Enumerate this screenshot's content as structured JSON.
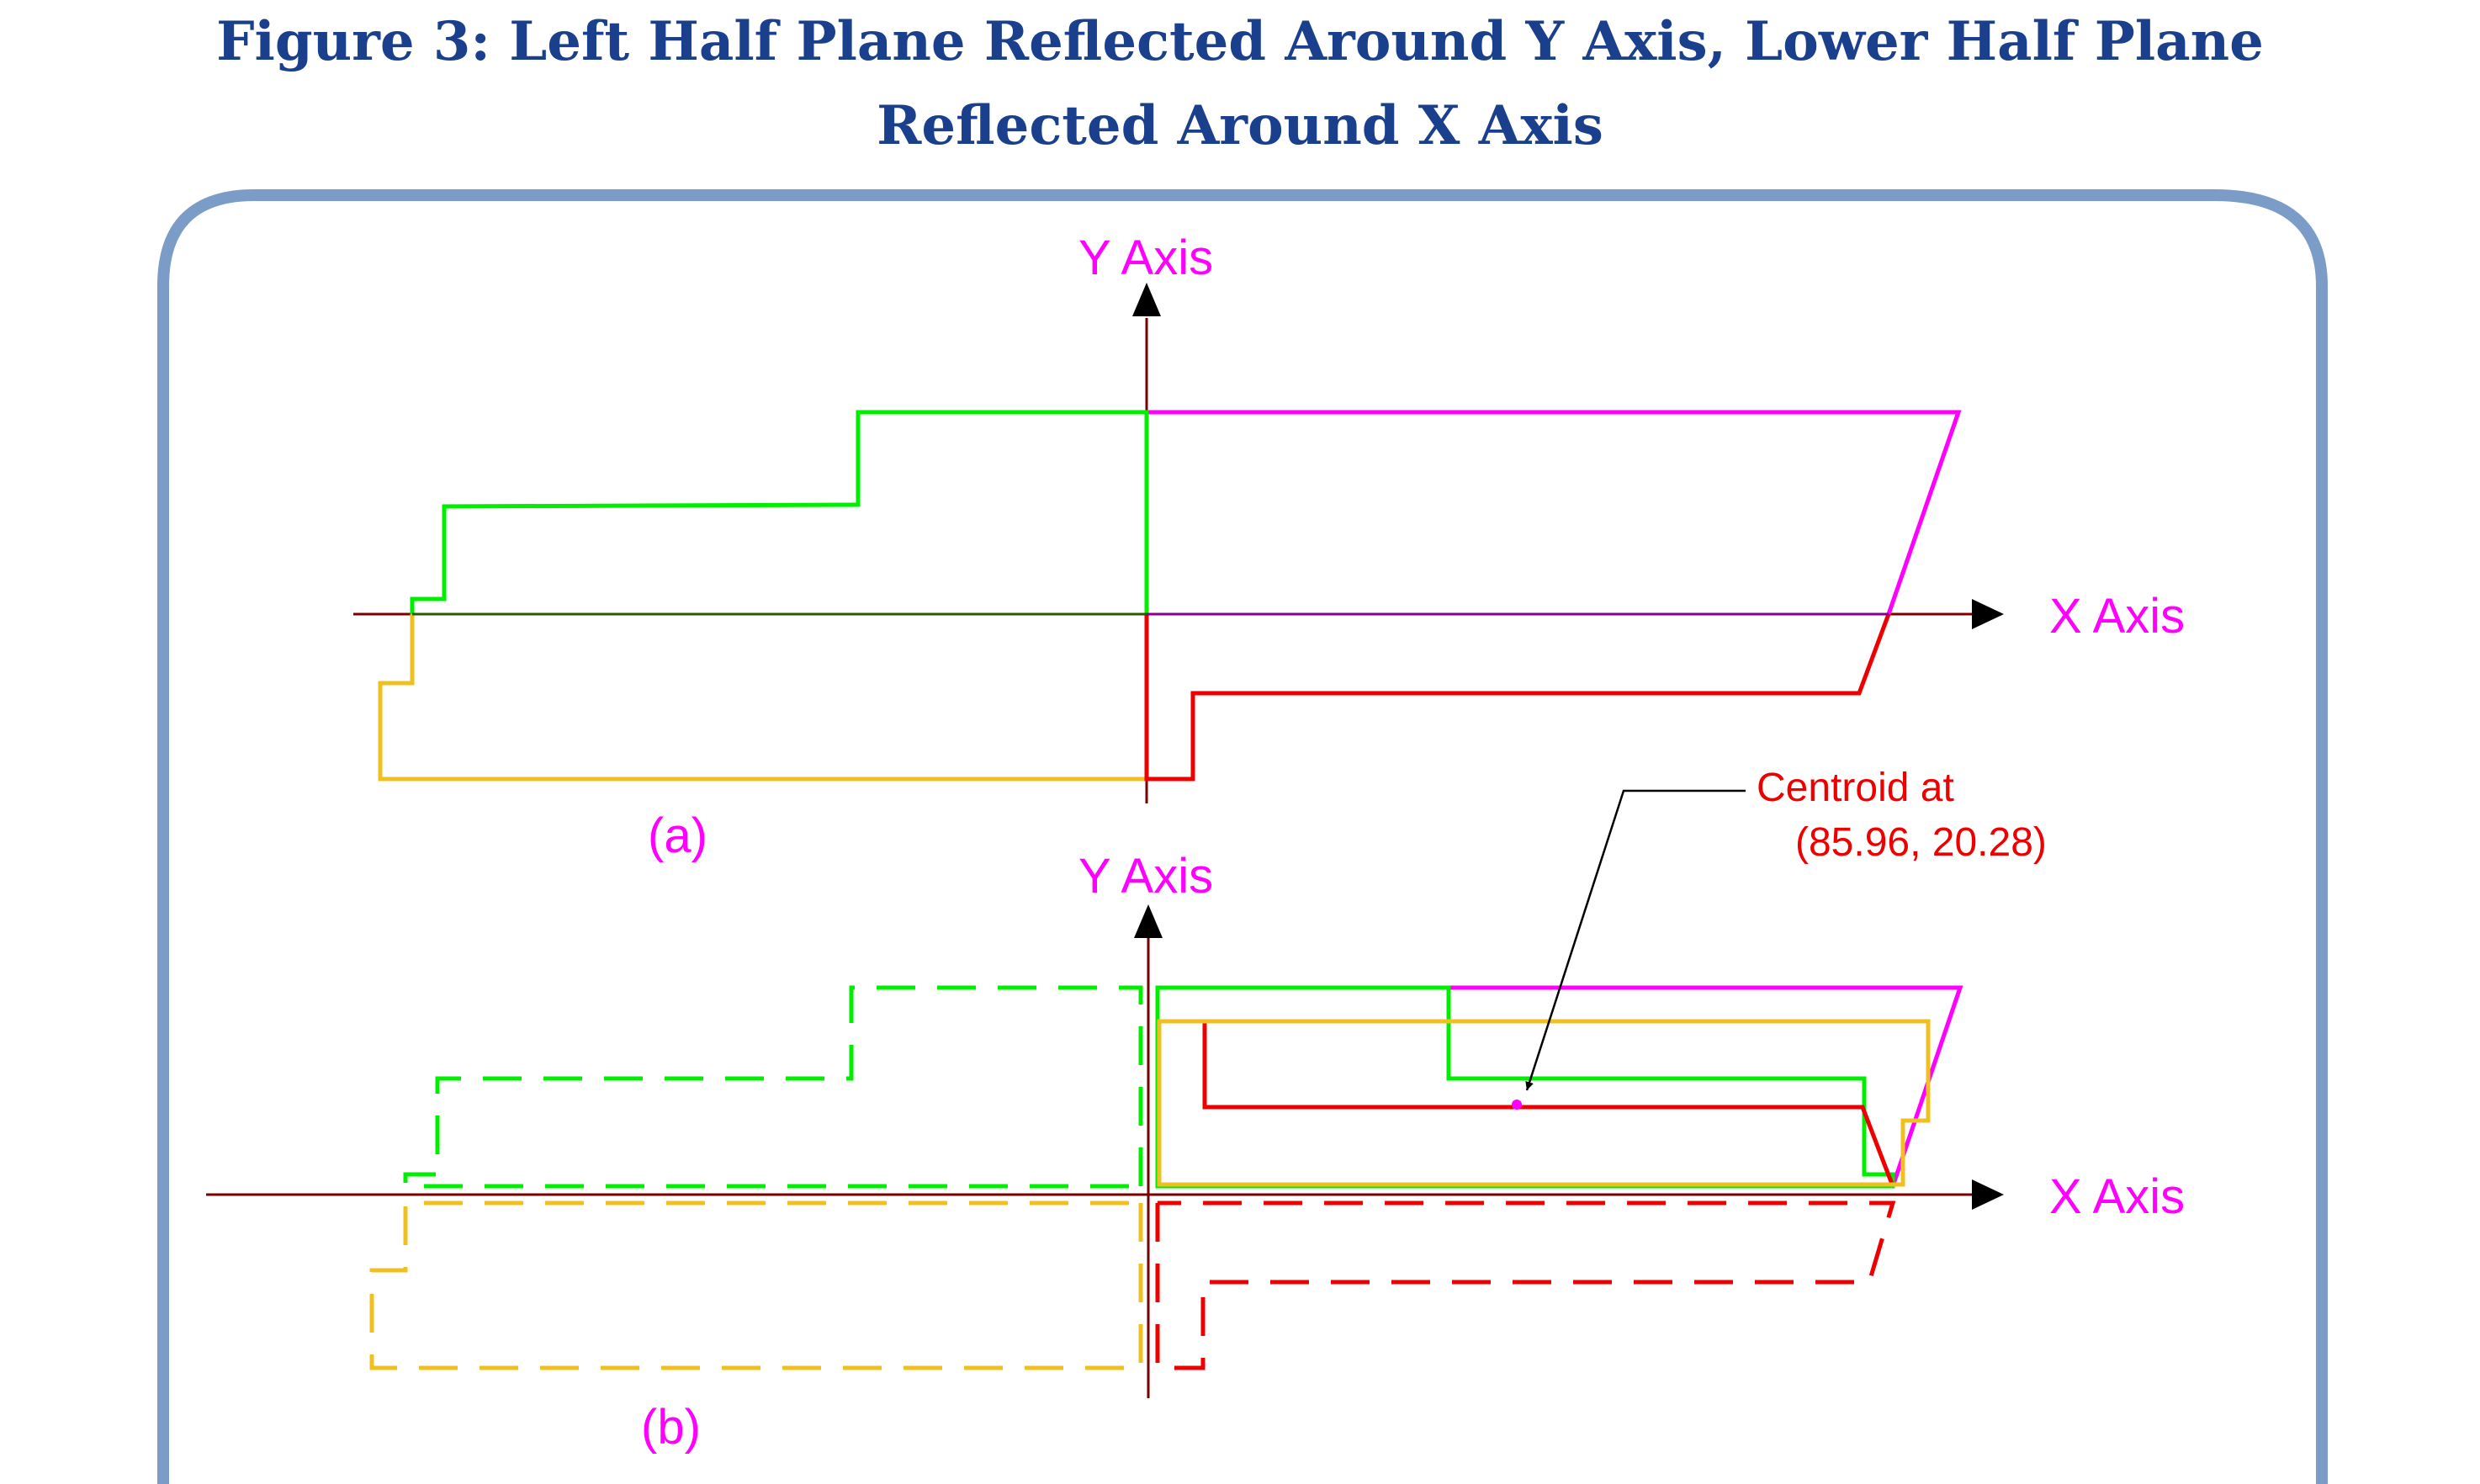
{
  "title": {
    "line1": "Figure 3: Left Half Plane Reflected Around Y Axis, Lower Half Plane",
    "line2": "Reflected Around X Axis"
  },
  "panel_a": {
    "y_axis_label": "Y  Axis",
    "x_axis_label": "X  Axis",
    "caption": "(a)"
  },
  "panel_b": {
    "y_axis_label": "Y  Axis",
    "x_axis_label": "X  Axis",
    "caption": "(b)",
    "centroid_label_line1": "Centroid at",
    "centroid_label_line2": "(85.96, 20.28)"
  },
  "colors": {
    "frame": "#7a9cc6",
    "axis": "#7a0000",
    "magenta": "#ff00ff",
    "green": "#00ee00",
    "yellow": "#f0c020",
    "red": "#ee0000",
    "title": "#1a3f8c"
  }
}
